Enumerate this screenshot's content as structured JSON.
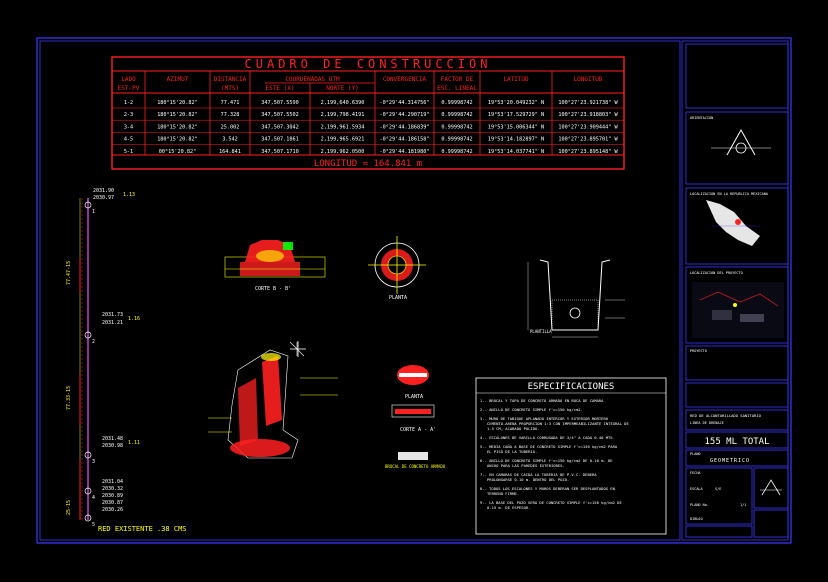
{
  "table": {
    "title": "CUADRO DE CONSTRUCCION",
    "headers": [
      {
        "l1": "LADO",
        "l2": "EST-PV"
      },
      {
        "l1": "AZIMUT",
        "l2": ""
      },
      {
        "l1": "DISTANCIA",
        "l2": "(MTS)"
      },
      {
        "l1": "COORDENADAS UTM",
        "l2": "ESTE (X)"
      },
      {
        "l1": "",
        "l2": "NORTE (Y)"
      },
      {
        "l1": "CONVERGENCIA",
        "l2": ""
      },
      {
        "l1": "FACTOR DE",
        "l2": "ESC. LINEAL"
      },
      {
        "l1": "LATITUD",
        "l2": ""
      },
      {
        "l1": "LONGITUD",
        "l2": ""
      }
    ],
    "rows": [
      [
        "1-2",
        "180°15'20.82\"",
        "77.471",
        "347,507.5590",
        "2,199,640.6390",
        "-0°29'44.314756\"",
        "0.99998742",
        "19°53'20.049232\" N",
        "100°27'23.921738\" W"
      ],
      [
        "2-3",
        "180°15'20.82\"",
        "77.328",
        "347,507.5502",
        "2,199,798.4191",
        "-0°29'44.290719\"",
        "0.99998742",
        "19°53'17.529729\" N",
        "100°27'23.918803\" W"
      ],
      [
        "3-4",
        "180°15'20.82\"",
        "25.002",
        "347,507.3042",
        "2,199,961.5934",
        "-0°29'44.186839\"",
        "0.99998742",
        "19°53'15.006344\" N",
        "100°27'23.909444\" W"
      ],
      [
        "4-5",
        "180°15'20.82\"",
        "3.542",
        "347,507.1861",
        "2,199,965.6921",
        "-0°29'44.186158\"",
        "0.99998742",
        "19°53'14.182897\" N",
        "100°27'23.895701\" W"
      ],
      [
        "5-1",
        "00°15'20.82\"",
        "164.841",
        "347,507.1710",
        "2,199,962.0500",
        "-0°29'44.181980\"",
        "0.99998742",
        "19°53'14.037741\" N",
        "100°27'23.895148\" W"
      ]
    ],
    "footer": "LONGITUD = 164.841 m"
  },
  "profile": {
    "top_elev": [
      "2031.90",
      "2030.97"
    ],
    "top_node": "1.13",
    "segments": [
      "77.47-15",
      "77.33-15",
      "25-15"
    ],
    "mid_elev": [
      "2031.73",
      "2031.21"
    ],
    "mid_node": "1.16",
    "low_elev": [
      "2031.48",
      "2030.98"
    ],
    "low_node": "1.11",
    "bottom_elevs": [
      "2031.04",
      "2030.32",
      "2030.89",
      "2030.87",
      "2030.26"
    ],
    "nodes": [
      "1",
      "2",
      "3",
      "4",
      "5"
    ],
    "footer": "RED EXISTENTE .38 CMS"
  },
  "drawing_labels": {
    "corte_b": "CORTE B - B'",
    "planta": "PLANTA",
    "planta2": "PLANTA",
    "corte_a": "CORTE A - A'",
    "plantilla": "PLANTILLA",
    "brocal": "BROCAL DE CONCRETO ARMADO"
  },
  "specs": {
    "title": "ESPECIFICACIONES",
    "items": [
      "1.- BROCAL Y TAPA DE CONCRETO ARMADO EN BOCA DE CAMARA",
      "2.- ANILLO DE CONCRETO SIMPLE f'c=150 kg/cm2.",
      "3.- MURO DE TABIQUE APLANADO INTERIOR Y EXTERIOR MORTERO CEMENTO-ARENA PROPORCION 1:3 CON IMPERMEABILIZANTE INTEGRAL DE 1.5 CM, ACABADO PULIDO.",
      "4.- ESCALONES DE VARILLA CORRUGADA DE 3/4\" A CADA 0.40 MTS.",
      "5.- MEDIA CAÑA A BASE DE CONCRETO SIMPLE f'c=150 kg/cm2 PARA EL PISO DE LA TUBERIA.",
      "6.- ANILLO DE CONCRETO SIMPLE f'c=150 kg/cm2 DE 0.10 m. DE ANCHO PARA LAS PAREDES EXTERIORES.",
      "7.- EN CAMARAS DE CAIDA LA TUBERIA DE P.V.C. DEBERA PROLONGARSE 0.10 m. DENTRO DEL POZO.",
      "8.- TODOS LOS ESCALONES Y MUROS DEBERAN SER DESPLANTADOS EN TERRENO FIRME.",
      "9.- LA BASE DEL POZO SERA DE CONCRETO SIMPLE f'c=150 kg/cm2 DE 0.15 m. DE ESPESOR."
    ]
  },
  "title_block": {
    "north_label": "ORIENTACION",
    "loc1": "LOCALIZACION EN LA REPUBLICA MEXICANA",
    "loc2": "LOCALIZACION DEL PROYECTO",
    "project_label": "PROYECTO",
    "project_name": "RED DE ALCANTARILLADO SANITARIO",
    "subtitle": "LINEA DE DRENAJE",
    "total": "155 ML TOTAL",
    "plan_label": "PLANO",
    "plan_name": "GEOMETRICO",
    "date_label": "FECHA",
    "scale_label": "ESCALA",
    "scale_value": "S/E",
    "sheet_label": "PLANO No.",
    "sheet_value": "1/1",
    "drawn_by": "DIBUJO"
  },
  "colors": {
    "frame": "#3a3aff",
    "table": "#ff2020",
    "purple": "#b040c0",
    "yellow": "#ffff00",
    "white": "#ffffff",
    "green": "#00ff00"
  }
}
